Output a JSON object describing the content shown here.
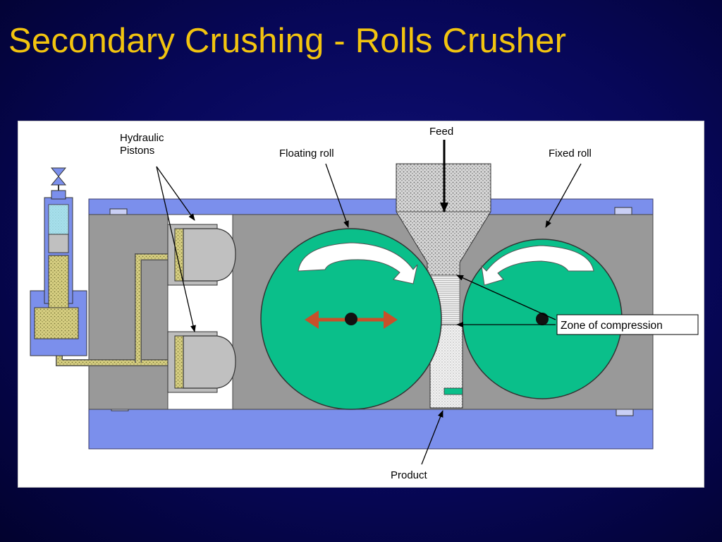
{
  "slide": {
    "title": "Secondary Crushing - Rolls Crusher"
  },
  "diagram": {
    "labels": {
      "hydraulic_line1": "Hydraulic",
      "hydraulic_line2": "Pistons",
      "floating_roll": "Floating roll",
      "feed": "Feed",
      "fixed_roll": "Fixed roll",
      "zone_of_compression": "Zone of compression",
      "product": "Product"
    },
    "colors": {
      "title": "#f2c40f",
      "background": "#070758",
      "roll": "#0abf8a",
      "frame_blue": "#7b8fec",
      "housing_grey": "#999999",
      "piston_grey": "#c0c0c0",
      "hydraulic_fluid": "#d7cf82",
      "accumulator_cyan": "#7fd6e8",
      "motion_arrow": "#c8502a"
    },
    "icons": [
      "valve-icon",
      "rotation-arrow-icon",
      "double-headed-arrow-icon"
    ]
  }
}
